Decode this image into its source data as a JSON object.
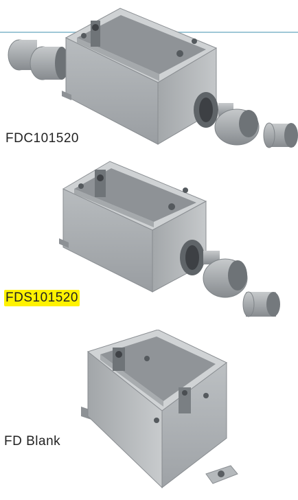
{
  "products": [
    {
      "label": "FDC101520",
      "highlighted": false,
      "icon": "fdc-box-with-two-hubs"
    },
    {
      "label": "FDS101520",
      "highlighted": true,
      "icon": "fds-box-with-one-hub"
    },
    {
      "label": "FD Blank",
      "highlighted": false,
      "icon": "fd-blank-box"
    }
  ],
  "colors": {
    "rule": "#9fc7d6",
    "highlight": "#fff200",
    "pvc_light": "#c9cccd",
    "pvc_mid": "#a9adb0",
    "pvc_dark": "#7e8387",
    "label_text": "#222222"
  }
}
